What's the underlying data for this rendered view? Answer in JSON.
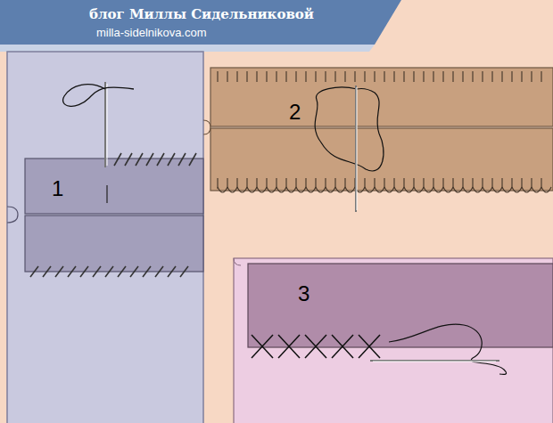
{
  "diagram": {
    "labels": [
      "блог Миллы Сидельниковой",
      "milla-sidelnikova.com",
      "1",
      "2",
      "3"
    ]
  }
}
